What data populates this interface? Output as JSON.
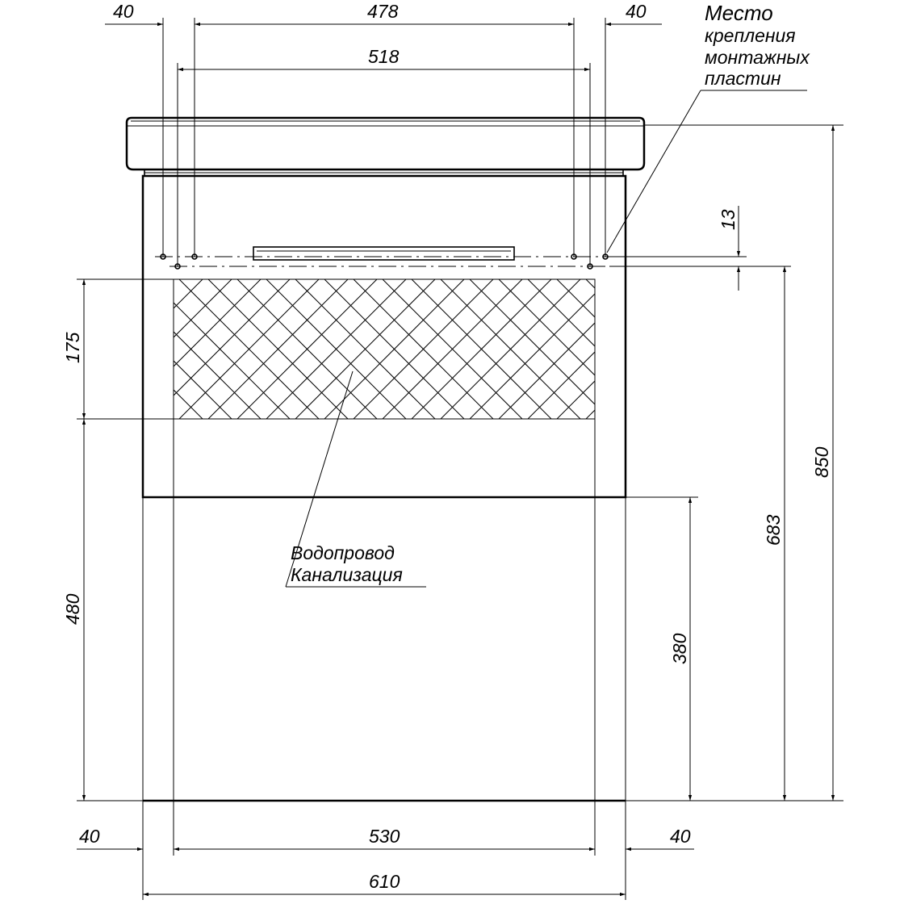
{
  "dimensions": {
    "top_left_offset": "40",
    "top_span": "478",
    "top_right_offset": "40",
    "plate_span": "518",
    "hole_offset": "13",
    "band_height": "175",
    "lower_height": "480",
    "total_height": "850",
    "plate_height": "683",
    "pipe_height": "380",
    "bottom_left_offset": "40",
    "bottom_span": "530",
    "bottom_right_offset": "40",
    "overall_width": "610"
  },
  "labels": {
    "mount_line1": "Место",
    "mount_line2": "крепления",
    "mount_line3": "монтажных",
    "mount_line4": "пластин",
    "pipe_line1": "Водопровод",
    "pipe_line2": "Канализация"
  }
}
